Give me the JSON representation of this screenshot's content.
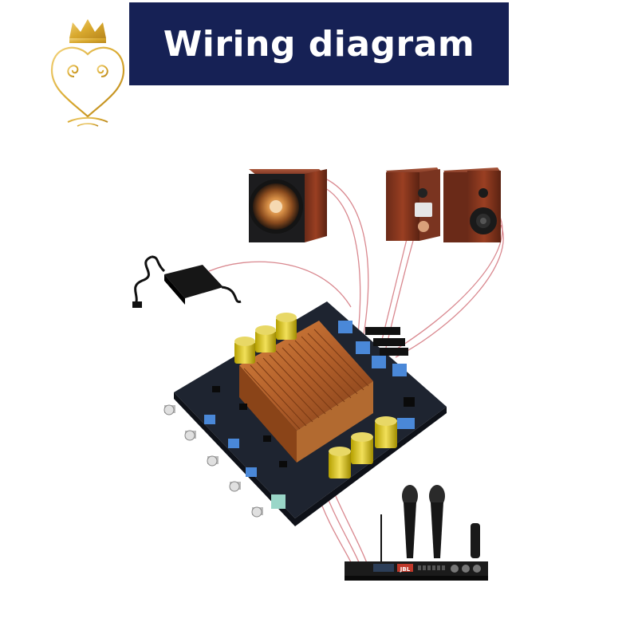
{
  "header": {
    "title": "Wiring diagram"
  },
  "colors": {
    "banner_bg": "#162155",
    "banner_text": "#ffffff",
    "logo_gold": "#d9a92e",
    "wire": "#d9888f",
    "pcb": "#1e2430",
    "heatsink": "#c0703a"
  },
  "icons": {
    "logo": "crown-heart-logo",
    "subwoofer": "subwoofer-icon",
    "bookshelf_speakers": "bookshelf-speakers-icon",
    "power_adapter": "power-adapter-icon",
    "amplifier_board": "amplifier-board-icon",
    "mixer": "karaoke-mixer-icon",
    "microphones": "wireless-microphones-icon"
  },
  "mixer": {
    "brand": "JBL"
  }
}
